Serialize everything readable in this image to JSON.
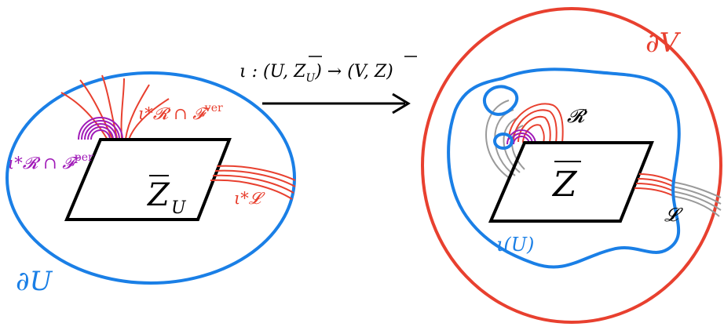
{
  "colors": {
    "blue": "#1a7fe6",
    "red": "#e8402f",
    "purple": "#a01ab8",
    "gray": "#9a9a9a",
    "black": "#000000"
  },
  "arrow": {
    "map_label_name": "ι",
    "map_label_rest": " : (U, Z",
    "map_label_sub": "U",
    "map_label_tail": ") → (V, Z)"
  },
  "left": {
    "boundary_label": "∂U",
    "zone_label": "Z",
    "zone_sub": "U",
    "iR_ver_prefix": "ι*𝓡 ∩ 𝓕",
    "iR_ver_sup": "ver",
    "iR_per_prefix": "ι*𝓡 ∩ 𝓕",
    "iR_per_sup": "per",
    "iL_label": "ι*𝓛"
  },
  "right": {
    "boundary_label": "∂V",
    "zone_label": "Z",
    "image_label": "ι(U)",
    "R_label": "𝓡",
    "L_label": "𝓛"
  }
}
